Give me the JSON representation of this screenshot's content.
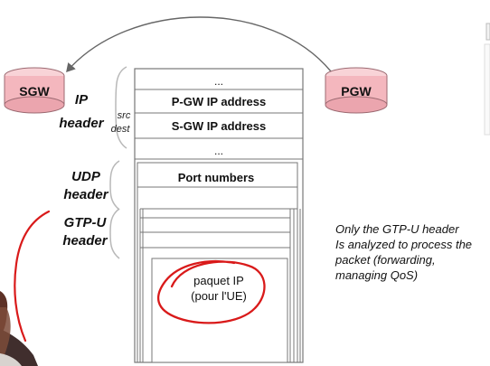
{
  "nodes": {
    "sgw": {
      "label": "SGW"
    },
    "pgw": {
      "label": "PGW"
    }
  },
  "headers": {
    "ip": [
      "IP",
      "header"
    ],
    "udp": [
      "UDP",
      "header"
    ],
    "gtpu": [
      "GTP-U",
      "header"
    ],
    "src": "src",
    "dest": "dest"
  },
  "ip_block": {
    "top_dots": "...",
    "pgw_address": "P-GW IP address",
    "sgw_address": "S-GW IP address",
    "bottom_dots": "..."
  },
  "udp_block": {
    "port_numbers": "Port numbers"
  },
  "payload": {
    "line1": "paquet IP",
    "line2": "(pour l'UE)"
  },
  "note": [
    "Only the GTP-U header",
    "Is analyzed to process the",
    "packet (forwarding,",
    "managing QoS)"
  ],
  "colors": {
    "router_fill": "#f4b7be",
    "router_stroke": "#9c6a72",
    "annotation_red": "#d91a1a",
    "line_gray": "#666666"
  }
}
